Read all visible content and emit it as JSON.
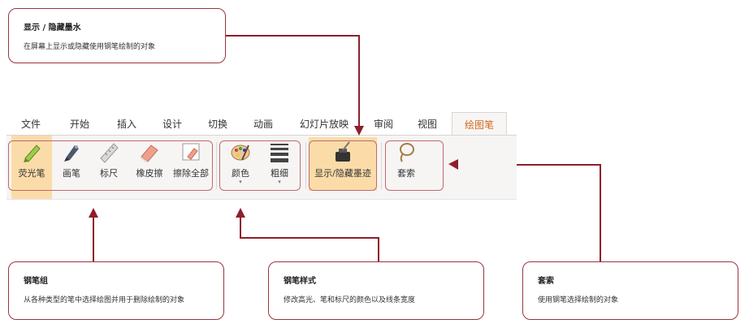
{
  "callouts": {
    "show_hide": {
      "title": "显示 / 隐藏墨水",
      "desc": "在屏幕上显示或隐藏使用钢笔绘制的对象"
    },
    "pens": {
      "title": "钢笔组",
      "desc": "从各种类型的笔中选择绘图并用于删除绘制的对象"
    },
    "pen_style": {
      "title": "钢笔样式",
      "desc": "修改高光、笔和标尺的颜色以及线条宽度"
    },
    "lasso": {
      "title": "套索",
      "desc": "使用钢笔选择绘制的对象"
    }
  },
  "ribbon": {
    "tabs": [
      "文件",
      "开始",
      "插入",
      "设计",
      "切换",
      "动画",
      "幻灯片放映",
      "审阅",
      "视图",
      "绘图笔"
    ],
    "active_tab": "绘图笔",
    "tools": {
      "highlighter": "荧光笔",
      "pen": "画笔",
      "ruler": "标尺",
      "eraser": "橡皮擦",
      "erase_all": "擦除全部",
      "color": "颜色",
      "thickness": "粗细",
      "show_hide_ink": "显示/隐藏墨迹",
      "lasso": "套索"
    }
  },
  "colors": {
    "accent": "#d2691e",
    "callout_border": "#9b3440",
    "arrow": "#8e1f2a",
    "highlight": "#fbd79a"
  }
}
